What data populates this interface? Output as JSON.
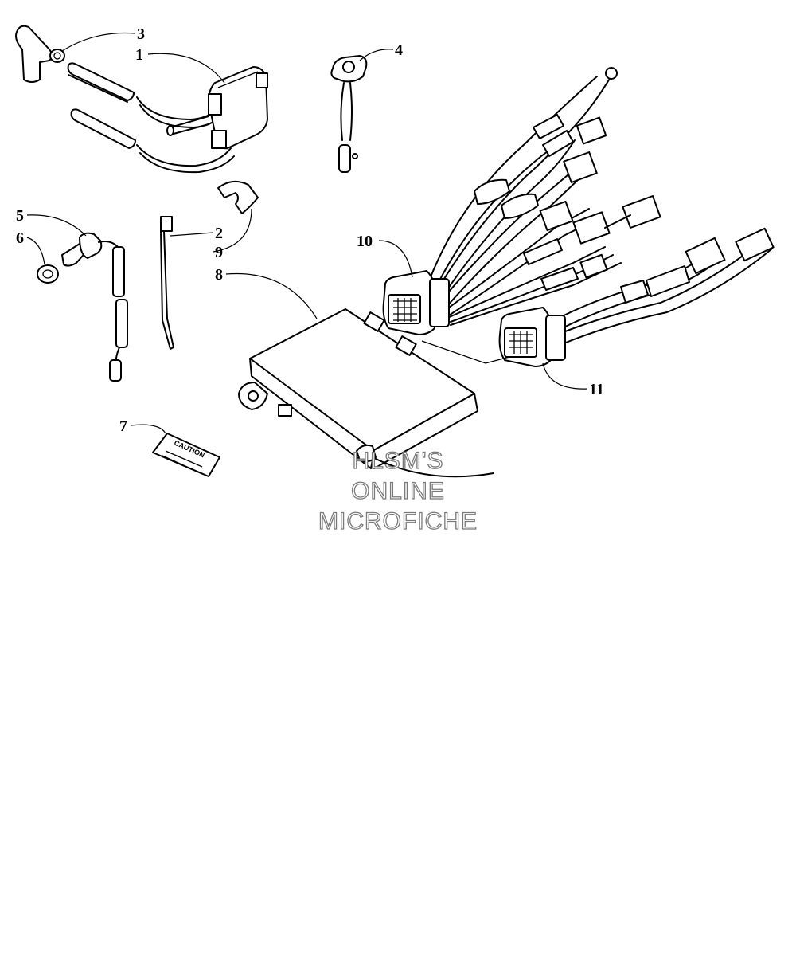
{
  "callouts": {
    "c1": "1",
    "c2": "2",
    "c3": "3",
    "c4": "4",
    "c5": "5",
    "c6": "6",
    "c7": "7",
    "c8": "8",
    "c9": "9",
    "c10": "10",
    "c11": "11"
  },
  "caution_label": {
    "text": "CAUTION"
  },
  "watermark": {
    "line1": "HLSM'S",
    "line2": "ONLINE",
    "line3": "MICROFICHE"
  }
}
